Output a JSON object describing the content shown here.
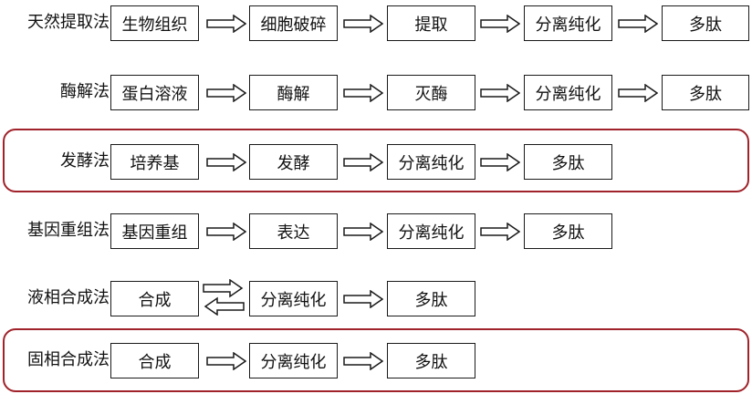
{
  "methods": [
    {
      "label": "天然提取法",
      "steps": [
        "生物组织",
        "细胞破碎",
        "提取",
        "分离纯化",
        "多肽"
      ]
    },
    {
      "label": "酶解法",
      "steps": [
        "蛋白溶液",
        "酶解",
        "灭酶",
        "分离纯化",
        "多肽"
      ]
    },
    {
      "label": "发酵法",
      "steps": [
        "培养基",
        "发酵",
        "分离纯化",
        "多肽"
      ]
    },
    {
      "label": "基因重组法",
      "steps": [
        "基因重组",
        "表达",
        "分离纯化",
        "多肽"
      ]
    },
    {
      "label": "液相合成法",
      "steps": [
        "合成",
        "分离纯化",
        "多肽"
      ]
    },
    {
      "label": "固相合成法",
      "steps": [
        "合成",
        "分离纯化",
        "多肽"
      ]
    }
  ],
  "colors": {
    "highlight": "#a0222a",
    "box_border": "#1a1a1a",
    "arrow": "#1a1a1a"
  },
  "icons": {
    "arrow": "hollow-right-arrow",
    "cycle": "double-opposite-arrow"
  }
}
